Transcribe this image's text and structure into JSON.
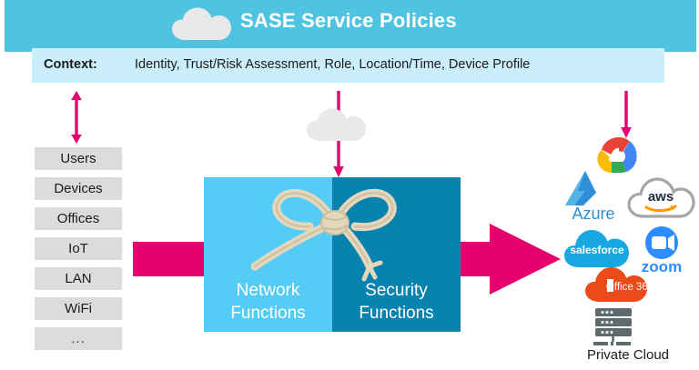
{
  "header": {
    "title": "SASE Service Policies",
    "cloud_icon": "cloud-icon",
    "band_color": "#4FC3E0"
  },
  "context": {
    "label": "Context:",
    "value": "Identity, Trust/Risk Assessment, Role, Location/Time, Device Profile",
    "bar_color": "#CBEEFB"
  },
  "arrows": {
    "accent_color": "#E5006E",
    "left_arrow": "double-headed-vertical-arrow",
    "center_arrow": "down-arrow-through-cloud",
    "right_arrow": "down-arrow",
    "flow_arrow": "right-pointing-flow-arrow"
  },
  "middle_cloud": {
    "icon": "cloud-icon",
    "color": "#E9E9E9"
  },
  "endpoints": {
    "items": [
      {
        "label": "Users"
      },
      {
        "label": "Devices"
      },
      {
        "label": "Offices"
      },
      {
        "label": "IoT"
      },
      {
        "label": "LAN"
      },
      {
        "label": "WiFi"
      },
      {
        "label": "..."
      }
    ],
    "box_color": "#DCDCDC"
  },
  "functions": {
    "network": {
      "line1": "Network",
      "line2": "Functions",
      "color": "#55CCF5"
    },
    "security": {
      "line1": "Security",
      "line2": "Functions",
      "color": "#0882AE"
    },
    "knot_icon": "rope-bow-knot-icon"
  },
  "destinations": {
    "items": [
      {
        "name": "google-cloud-logo",
        "label": ""
      },
      {
        "name": "azure-logo",
        "label": "Azure"
      },
      {
        "name": "aws-logo",
        "label": "aws"
      },
      {
        "name": "salesforce-logo",
        "label": "salesforce"
      },
      {
        "name": "zoom-logo",
        "label": "zoom"
      },
      {
        "name": "office365-logo",
        "label": "Office 365"
      },
      {
        "name": "private-cloud-icon",
        "label": "Private Cloud"
      }
    ],
    "private_cloud_label": "Private Cloud"
  }
}
